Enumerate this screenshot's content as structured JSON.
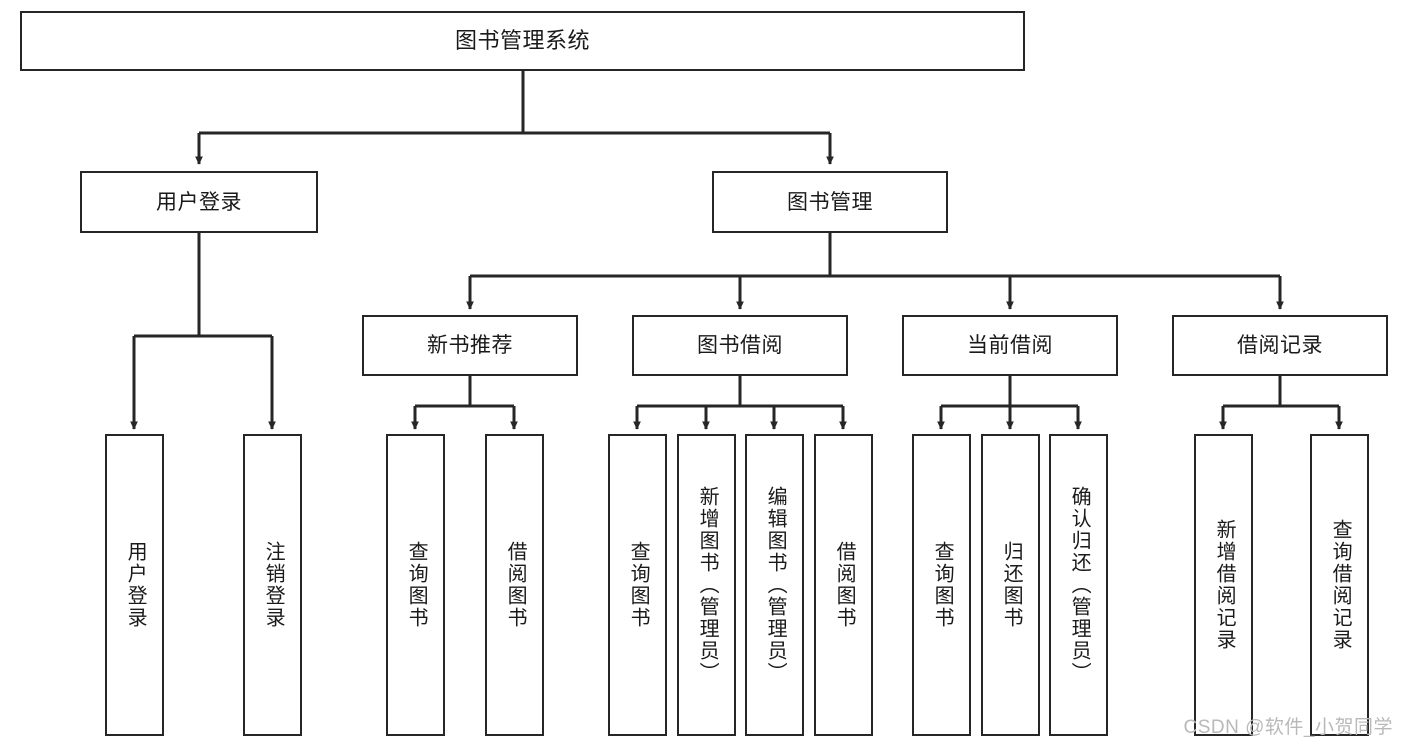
{
  "diagram": {
    "title": "图书管理系统",
    "watermark": "CSDN @软件_小贺同学",
    "line_color": "#262626",
    "box_border_color": "#262626",
    "box_fill_color": "#ffffff",
    "text_color": "#1a1a1a",
    "levels": {
      "root": {
        "label": "图书管理系统"
      },
      "level2": [
        {
          "label": "用户登录"
        },
        {
          "label": "图书管理"
        }
      ],
      "level3": [
        {
          "label": "新书推荐"
        },
        {
          "label": "图书借阅"
        },
        {
          "label": "当前借阅"
        },
        {
          "label": "借阅记录"
        }
      ],
      "leaves": {
        "user_login": [
          {
            "label": "用户登录"
          },
          {
            "label": "注销登录"
          }
        ],
        "new_book_recommend": [
          {
            "label": "查询图书"
          },
          {
            "label": "借阅图书"
          }
        ],
        "book_borrow": [
          {
            "label": "查询图书"
          },
          {
            "label": "新增图书（管理员）"
          },
          {
            "label": "编辑图书（管理员）"
          },
          {
            "label": "借阅图书"
          }
        ],
        "current_borrow": [
          {
            "label": "查询图书"
          },
          {
            "label": "归还图书"
          },
          {
            "label": "确认归还（管理员）"
          }
        ],
        "borrow_record": [
          {
            "label": "新增借阅记录"
          },
          {
            "label": "查询借阅记录"
          }
        ]
      }
    }
  }
}
